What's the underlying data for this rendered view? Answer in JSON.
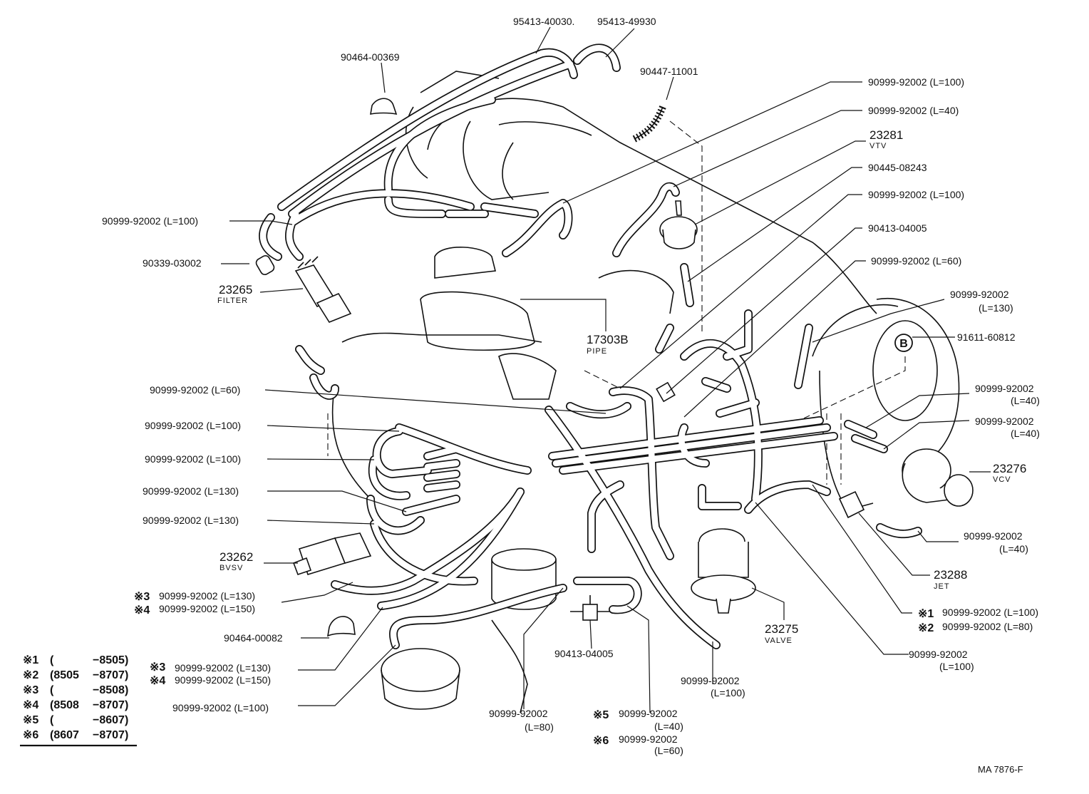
{
  "labels": {
    "p95413_40030": "95413-40030.",
    "p95413_49930": "95413-49930",
    "p90464_00369": "90464-00369",
    "p90447_11001": "90447-11001",
    "r1": "90999-92002 (L=100)",
    "r2": "90999-92002 (L=40)",
    "vtv_num": "23281",
    "vtv_name": "VTV",
    "p90445_08243": "90445-08243",
    "r3": "90999-92002 (L=100)",
    "p90413_04005_top": "90413-04005",
    "r4": "90999-92002 (L=60)",
    "r5a": "90999-92002",
    "r5b": "(L=130)",
    "p91611_60812": "91611-60812",
    "r6a": "90999-92002",
    "r6b": "(L=40)",
    "r7a": "90999-92002",
    "r7b": "(L=40)",
    "vcv_num": "23276",
    "vcv_name": "VCV",
    "r8a": "90999-92002",
    "r8b": "(L=40)",
    "jet_num": "23288",
    "jet_name": "JET",
    "m1_mark": "※1",
    "m1_text": "90999-92002 (L=100)",
    "m2_mark": "※2",
    "m2_text": "90999-92002 (L=80)",
    "r9a": "90999-92002",
    "r9b": "(L=100)",
    "valve_num": "23275",
    "valve_name": "VALVE",
    "c1a": "90999-92002",
    "c1b": "(L=100)",
    "m5_mark": "※5",
    "m5_text": "90999-92002",
    "m5_len": "(L=40)",
    "m6_mark": "※6",
    "m6_text": "90999-92002",
    "m6_len": "(L=60)",
    "c2a": "90999-92002",
    "c2b": "(L=80)",
    "p90413_04005_bot": "90413-04005",
    "l1": "90999-92002 (L=100)",
    "p90339_03002": "90339-03002",
    "filter_num": "23265",
    "filter_name": "FILTER",
    "pipe_num": "17303B",
    "pipe_name": "PIPE",
    "l2": "90999-92002 (L=60)",
    "l3": "90999-92002 (L=100)",
    "l4": "90999-92002 (L=100)",
    "l5": "90999-92002 (L=130)",
    "l6": "90999-92002 (L=130)",
    "bvsv_num": "23262",
    "bvsv_name": "BVSV",
    "m3a_mark": "※3",
    "m3a_text": "90999-92002 (L=130)",
    "m4a_mark": "※4",
    "m4a_text": "90999-92002 (L=150)",
    "p90464_00082": "90464-00082",
    "m3b_mark": "※3",
    "m3b_text": "90999-92002 (L=130)",
    "m4b_mark": "※4",
    "m4b_text": "90999-92002 (L=150)",
    "l7": "90999-92002 (L=100)",
    "callout_b": "B",
    "footer": "MA  7876-F"
  },
  "legend": [
    {
      "mark": "※1",
      "from": "(",
      "to": "−8505)"
    },
    {
      "mark": "※2",
      "from": "(8505",
      "to": "−8707)"
    },
    {
      "mark": "※3",
      "from": "(",
      "to": "−8508)"
    },
    {
      "mark": "※4",
      "from": "(8508",
      "to": "−8707)"
    },
    {
      "mark": "※5",
      "from": "(",
      "to": "−8607)"
    },
    {
      "mark": "※6",
      "from": "(8607",
      "to": "−8707)"
    }
  ]
}
